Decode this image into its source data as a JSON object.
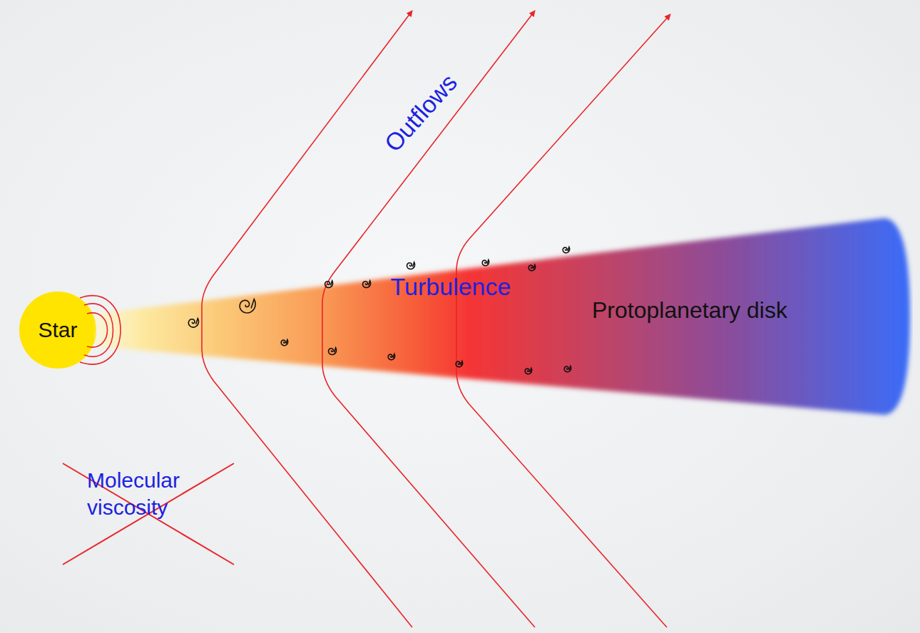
{
  "diagram": {
    "nodes": [
      {
        "text": [
          "Star"
        ]
      },
      {
        "text": [
          "Turbulence",
          "Protoplanetary disk"
        ]
      }
    ],
    "labels": [
      "Outflows",
      "Molecular viscosity"
    ]
  }
}
